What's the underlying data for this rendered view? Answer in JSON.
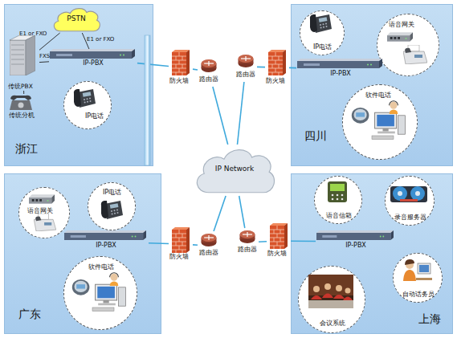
{
  "diagram": {
    "nodes": [
      {
        "text": [
          "浙江"
        ]
      },
      {
        "text": [
          "PSTN"
        ],
        "in": 0
      },
      {
        "text": [
          "传统PBX"
        ],
        "in": 0
      },
      {
        "text": [
          "IP-PBX"
        ],
        "in": 0
      },
      {
        "text": [
          "传统分机"
        ],
        "in": 0
      },
      {
        "text": [
          "IP电话"
        ],
        "in": 0
      },
      {
        "text": [
          "防火墙"
        ]
      },
      {
        "text": [
          "路由器"
        ]
      },
      {
        "text": [
          "路由器"
        ]
      },
      {
        "text": [
          "防火墙"
        ]
      },
      {
        "text": [
          "四川"
        ]
      },
      {
        "text": [
          "IP电话"
        ],
        "in": 10
      },
      {
        "text": [
          "语音网关"
        ],
        "in": 10
      },
      {
        "text": [
          "IP-PBX"
        ],
        "in": 10
      },
      {
        "text": [
          "软件电话"
        ],
        "in": 10
      },
      {
        "text": [
          "IP Network"
        ]
      },
      {
        "text": [
          "广东"
        ]
      },
      {
        "text": [
          "IP电话"
        ],
        "in": 16
      },
      {
        "text": [
          "语音网关"
        ],
        "in": 16
      },
      {
        "text": [
          "IP-PBX"
        ],
        "in": 16
      },
      {
        "text": [
          "软件电话"
        ],
        "in": 16
      },
      {
        "text": [
          "防火墙"
        ]
      },
      {
        "text": [
          "路由器"
        ]
      },
      {
        "text": [
          "路由器"
        ]
      },
      {
        "text": [
          "防火墙"
        ]
      },
      {
        "text": [
          "上海"
        ]
      },
      {
        "text": [
          "语音信箱"
        ],
        "in": 25
      },
      {
        "text": [
          "录音服务器"
        ],
        "in": 25
      },
      {
        "text": [
          "IP-PBX"
        ],
        "in": 25
      },
      {
        "text": [
          "自动话务员"
        ],
        "in": 25
      },
      {
        "text": [
          "会议系统"
        ],
        "in": 25
      }
    ],
    "edges": [
      {
        "from": 1,
        "to": 2,
        "label": "E1 or FXO",
        "arrow": "none"
      },
      {
        "from": 1,
        "to": 3,
        "label": "E1 or FXO",
        "arrow": "none"
      },
      {
        "from": 2,
        "to": 3,
        "label": "FXS",
        "arrow": "none"
      },
      {
        "from": 2,
        "to": 4,
        "arrow": "none"
      },
      {
        "from": 3,
        "to": 6,
        "arrow": "none"
      },
      {
        "from": 6,
        "to": 7,
        "arrow": "none"
      },
      {
        "from": 7,
        "to": 15,
        "arrow": "none"
      },
      {
        "from": 13,
        "to": 9,
        "arrow": "none"
      },
      {
        "from": 9,
        "to": 8,
        "arrow": "none"
      },
      {
        "from": 8,
        "to": 15,
        "arrow": "none"
      },
      {
        "from": 19,
        "to": 21,
        "arrow": "none"
      },
      {
        "from": 21,
        "to": 22,
        "arrow": "none"
      },
      {
        "from": 22,
        "to": 15,
        "arrow": "none"
      },
      {
        "from": 28,
        "to": 24,
        "arrow": "none"
      },
      {
        "from": 24,
        "to": 23,
        "arrow": "none"
      },
      {
        "from": 23,
        "to": 15,
        "arrow": "none"
      }
    ]
  }
}
